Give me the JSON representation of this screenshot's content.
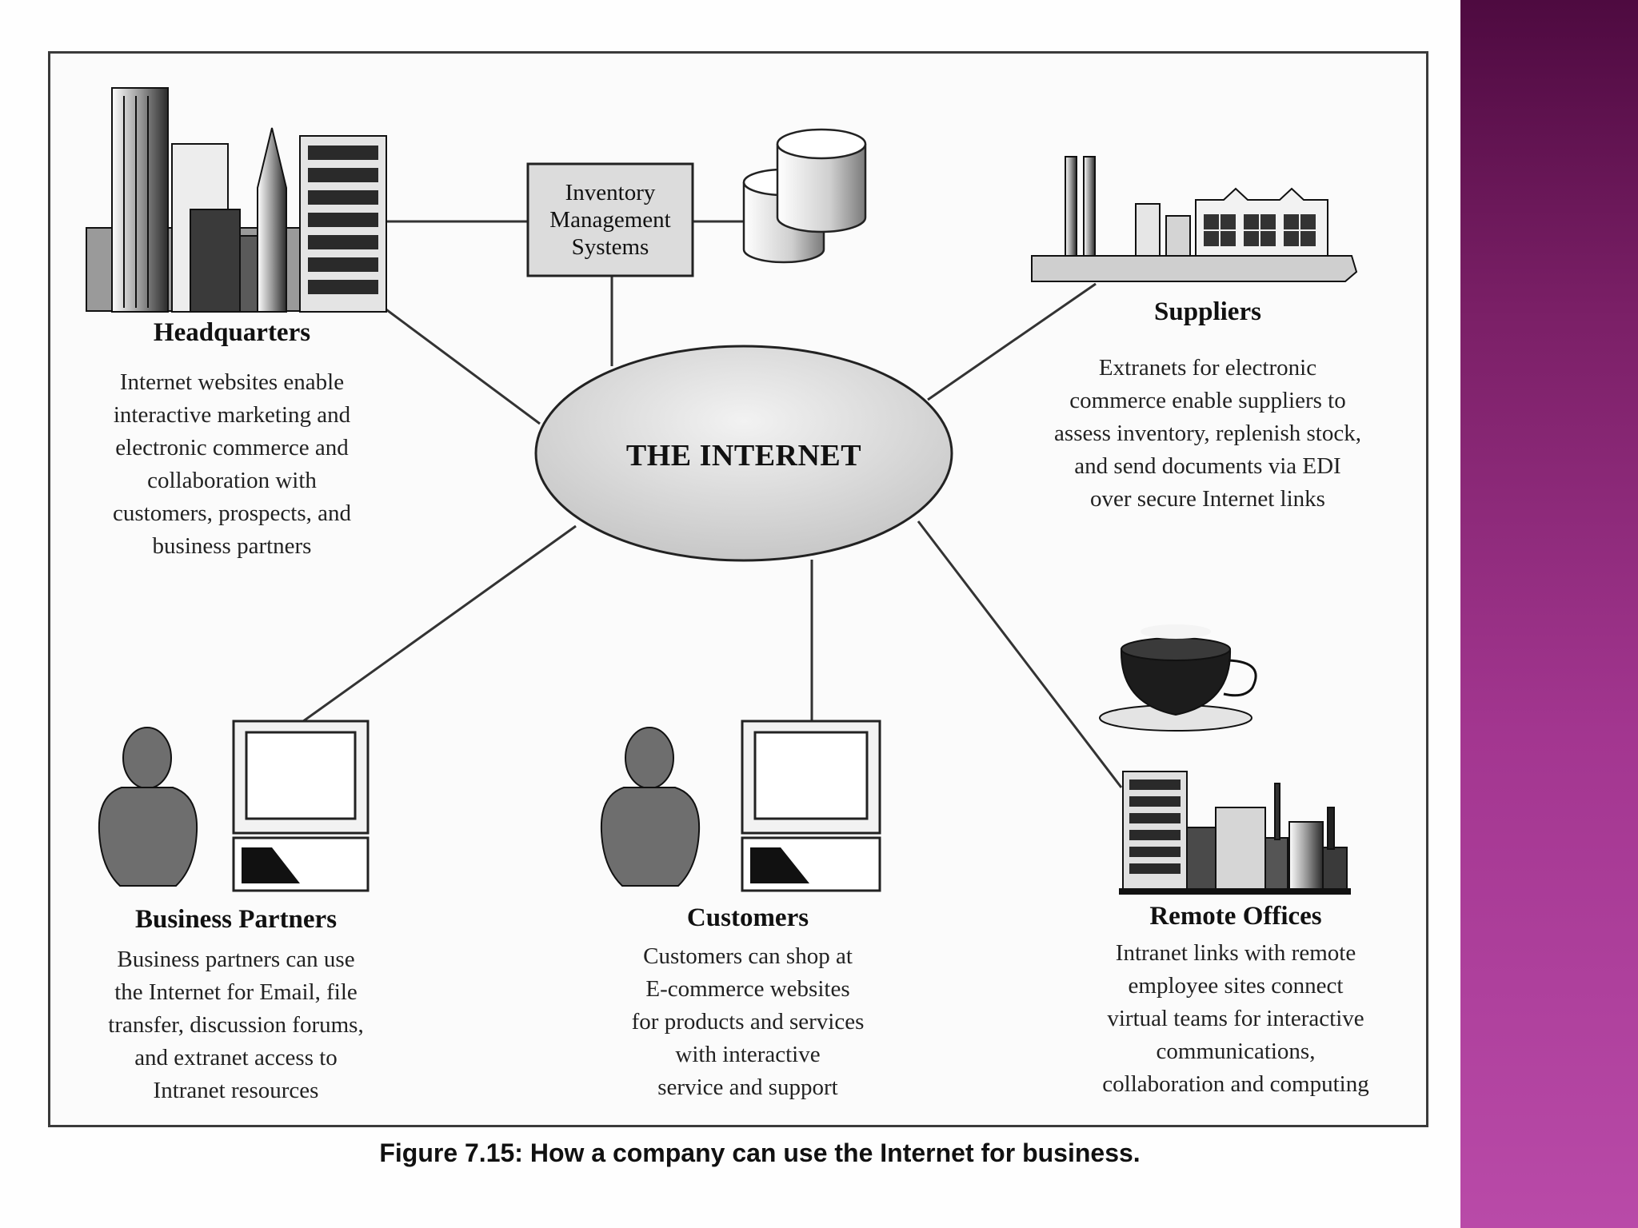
{
  "figure": {
    "caption": "Figure 7.15: How a company can use the Internet for business.",
    "center": {
      "label": "THE INTERNET"
    },
    "inventory_system": {
      "label": "Inventory\nManagement\nSystems"
    },
    "nodes": {
      "headquarters": {
        "title": "Headquarters",
        "description": "Internet websites enable\ninteractive marketing and\nelectronic commerce and\ncollaboration with\ncustomers, prospects, and\nbusiness partners"
      },
      "suppliers": {
        "title": "Suppliers",
        "description": "Extranets for electronic\ncommerce enable suppliers to\nassess inventory, replenish stock,\nand send documents via EDI\nover secure Internet links"
      },
      "business_partners": {
        "title": "Business Partners",
        "description": "Business partners can use\nthe Internet for Email, file\ntransfer, discussion forums,\nand extranet access to\nIntranet resources"
      },
      "customers": {
        "title": "Customers",
        "description": "Customers can shop at\nE-commerce websites\nfor products and services\nwith interactive\nservice and support"
      },
      "remote_offices": {
        "title": "Remote Offices",
        "description": "Intranet links with remote\nemployee sites connect\nvirtual teams for interactive\ncommunications,\ncollaboration and computing"
      }
    }
  },
  "colors": {
    "sidebar_top": "#4e0a40",
    "sidebar_bottom": "#b94aa8",
    "internet_ellipse": "#d4d4d4"
  }
}
